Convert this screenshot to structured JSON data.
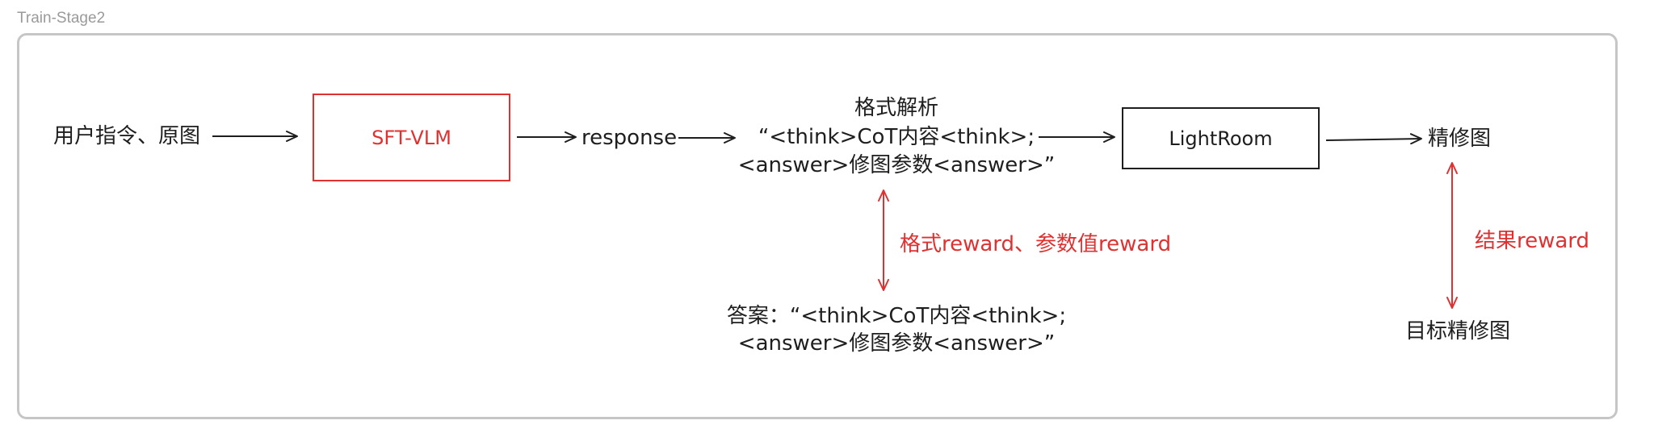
{
  "frame": {
    "title": "Train-Stage2"
  },
  "nodes": {
    "input": "用户指令、原图",
    "sft_vlm": "SFT-VLM",
    "response": "response",
    "format_parse": {
      "title": "格式解析",
      "line1": "“<think>CoT内容<think>;",
      "line2": "<answer>修图参数<answer>”"
    },
    "lightroom": "LightRoom",
    "retouched": "精修图",
    "answer": {
      "line1": "答案：“<think>CoT内容<think>;",
      "line2": "<answer>修图参数<answer>”"
    },
    "target": "目标精修图"
  },
  "rewards": {
    "format_param": "格式reward、参数值reward",
    "result": "结果reward"
  },
  "colors": {
    "accent": "#e03131",
    "ink": "#1e1e1e",
    "frame": "#c6c6c6"
  }
}
